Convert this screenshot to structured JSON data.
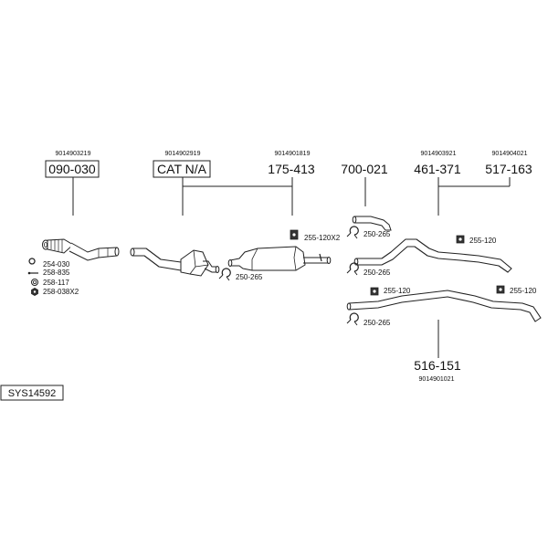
{
  "system_code": "SYS14592",
  "parts": [
    {
      "id": "p1",
      "ref": "9014903219",
      "code": "090-030"
    },
    {
      "id": "p2",
      "ref": "9014902919",
      "code": "CAT N/A"
    },
    {
      "id": "p3",
      "ref": "9014901819",
      "code": "175-413"
    },
    {
      "id": "p4",
      "ref": "",
      "code": "700-021"
    },
    {
      "id": "p5",
      "ref": "9014903921",
      "code": "461-371"
    },
    {
      "id": "p6",
      "ref": "9014904021",
      "code": "517-163"
    },
    {
      "id": "p7",
      "ref": "9014901021",
      "code": "516-151"
    }
  ],
  "fittings": {
    "f1": "255-120X2",
    "f2": "250-265",
    "f3": "250-265",
    "f4": "250-265",
    "f5": "255-120",
    "f6": "255-120",
    "f7": "255-120",
    "f8": "250-265"
  },
  "legend": [
    {
      "icon": "clamp-icon",
      "code": "254-030"
    },
    {
      "icon": "bolt-icon",
      "code": "258-835"
    },
    {
      "icon": "gasket-ring-icon",
      "code": "258-117"
    },
    {
      "icon": "nut-icon",
      "code": "258-038X2"
    }
  ]
}
